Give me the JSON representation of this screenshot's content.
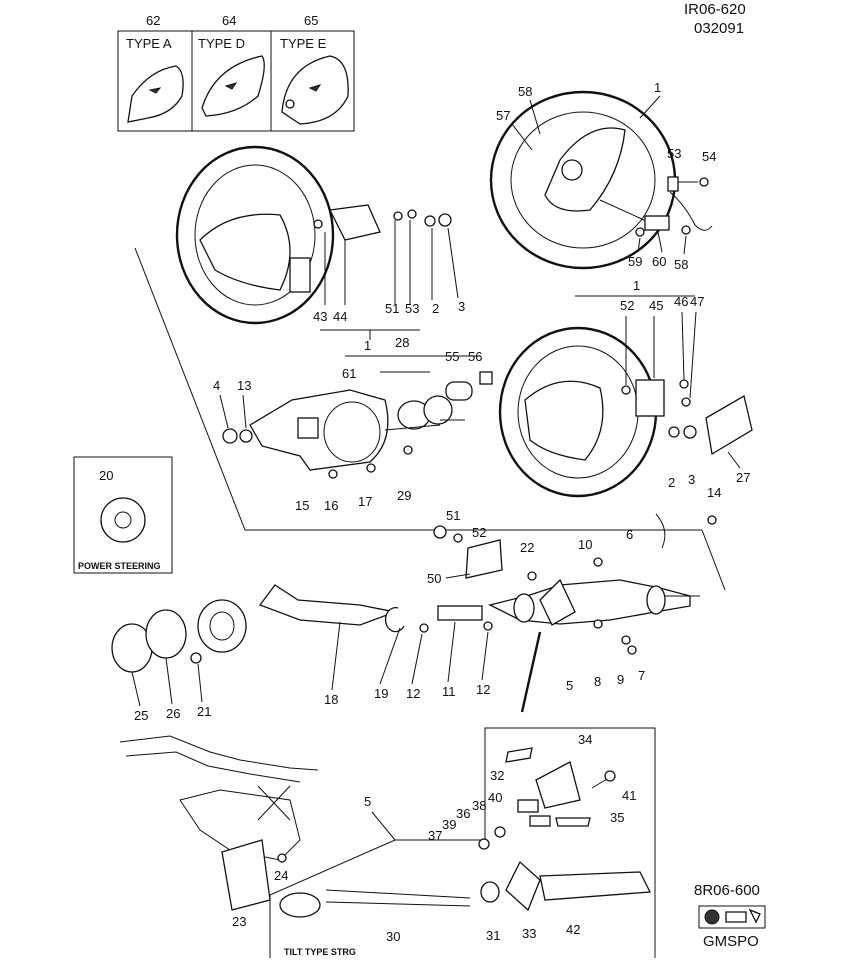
{
  "header": {
    "code_top": "IR06-620",
    "date_code": "032091",
    "code_bottom": "8R06-600",
    "brand": "GMSPO"
  },
  "types": [
    {
      "num": "62",
      "label": "TYPE A"
    },
    {
      "num": "64",
      "label": "TYPE D"
    },
    {
      "num": "65",
      "label": "TYPE E"
    }
  ],
  "insets": {
    "power_steering": "POWER STEERING",
    "tilt": "TILT TYPE STRG"
  },
  "callouts": {
    "c1a": "1",
    "c58a": "58",
    "c57": "57",
    "c53a": "53",
    "c54": "54",
    "c59": "59",
    "c60": "60",
    "c58b": "58",
    "c43": "43",
    "c44": "44",
    "c51a": "51",
    "c53b": "53",
    "c2a": "2",
    "c3a": "3",
    "c1b": "1",
    "c28": "28",
    "c55": "55",
    "c56": "56",
    "c61": "61",
    "c4": "4",
    "c13": "13",
    "c15": "15",
    "c16": "16",
    "c17": "17",
    "c29": "29",
    "c1c": "1",
    "c52a": "52",
    "c45": "45",
    "c46": "46",
    "c47": "47",
    "c2b": "2",
    "c3b": "3",
    "c27": "27",
    "c14": "14",
    "c20": "20",
    "c51b": "51",
    "c52b": "52",
    "c50": "50",
    "c22": "22",
    "c10": "10",
    "c6": "6",
    "c25": "25",
    "c26": "26",
    "c21": "21",
    "c18": "18",
    "c19": "19",
    "c12a": "12",
    "c11": "11",
    "c12b": "12",
    "c5a": "5",
    "c8": "8",
    "c9": "9",
    "c7": "7",
    "c34": "34",
    "c32": "32",
    "c41": "41",
    "c40": "40",
    "c38": "38",
    "c36": "36",
    "c39": "39",
    "c35": "35",
    "c37": "37",
    "c5b": "5",
    "c24": "24",
    "c23": "23",
    "c30": "30",
    "c31": "31",
    "c33": "33",
    "c42": "42"
  }
}
